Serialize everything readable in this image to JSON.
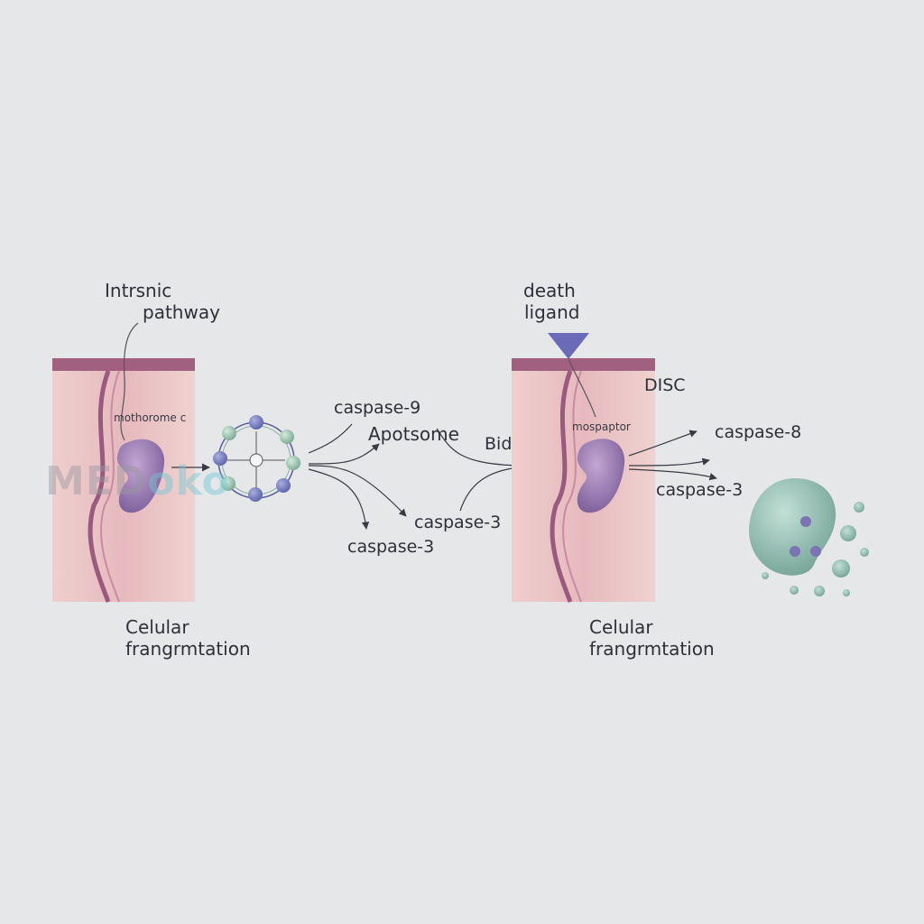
{
  "labels": {
    "intrinsic_line1": "Intrsnic",
    "intrinsic_line2": "pathway",
    "mitochondrion_label": "mothorome c",
    "caspase9": "caspase-9",
    "apoptosome": "Apotsome",
    "caspase3_mid": "caspase-3",
    "caspase3_low": "caspase-3",
    "bid": "Bid",
    "death_line1": "death",
    "death_line2": "ligand",
    "disc": "DISC",
    "receptor_label": "mospaptor",
    "caspase8": "caspase-8",
    "caspase3_right": "caspase-3",
    "left_frag_line1": "Celular",
    "left_frag_line2": "frangrmtation",
    "right_frag_line1": "Celular",
    "right_frag_line2": "frangrmtation"
  },
  "watermark": {
    "part1": "MED",
    "part2": "oko"
  },
  "colors": {
    "background": "#e6e7e9",
    "cell_fill": "#ecc9c9",
    "cell_border": "#9a5a80",
    "organelle": "#9a7bb0",
    "ligand": "#6a6ab8",
    "fragment": "#8fbdb0",
    "node_blue": "#7b83c4",
    "node_green": "#9cc6b0"
  }
}
